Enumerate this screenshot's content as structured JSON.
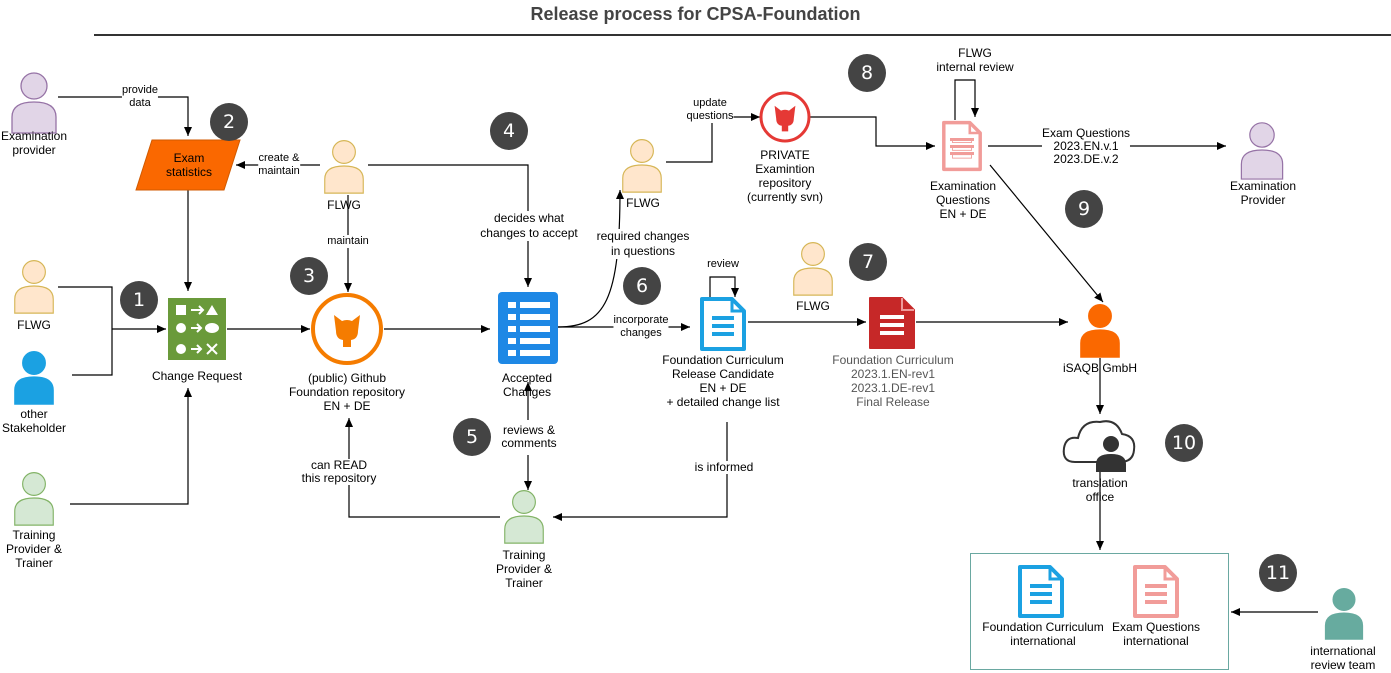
{
  "title": "Release process for CPSA-Foundation",
  "actors": {
    "examination_provider_left": "Examination\nprovider",
    "flwg_left": "FLWG",
    "other_stakeholder": "other\nStakeholder",
    "training_left": "Training\nProvider &\nTrainer",
    "flwg_center": "FLWG",
    "flwg_update": "FLWG",
    "flwg_release": "FLWG",
    "training_center": "Training\nProvider &\nTrainer",
    "isaqb": "iSAQB GmbH",
    "translation_office": "translation\noffice",
    "examination_provider_right": "Examination\nProvider",
    "international_review": "international\nreview team"
  },
  "nodes": {
    "exam_statistics": "Exam\nstatistics",
    "change_request": "Change Request",
    "github_repo": "(public) Github\nFoundation repository\nEN + DE",
    "accepted_changes": "Accepted\nChanges",
    "private_repo": "PRIVATE\nExamintion\nrepository\n(currently svn)",
    "examination_questions": "Examination\nQuestions\nEN + DE",
    "release_candidate": "Foundation Curriculum\nRelease Candidate\nEN + DE\n+ detailed change list",
    "final_release": "Foundation Curriculum\n2023.1.EN-rev1\n2023.1.DE-rev1\nFinal Release",
    "curriculum_international": "Foundation Curriculum\ninternational",
    "questions_international": "Exam Questions\ninternational"
  },
  "edge_labels": {
    "provide_data": "provide\ndata",
    "create_maintain": "create &\nmaintain",
    "maintain": "maintain",
    "decides": "decides what\nchanges to accept",
    "update_questions": "update\nquestions",
    "required_changes": "required changes\nin questions",
    "incorporate": "incorporate\nchanges",
    "review": "review",
    "flwg_internal_review": "FLWG\ninternal review",
    "exam_questions_versions": "Exam Questions\n2023.EN.v.1\n2023.DE.v.2",
    "reviews_comments": "reviews &\ncomments",
    "can_read": "can READ\nthis repository",
    "is_informed": "is informed"
  },
  "badges": [
    "1",
    "2",
    "3",
    "4",
    "5",
    "6",
    "7",
    "8",
    "9",
    "10",
    "11"
  ],
  "colors": {
    "person_purple": "#e1d5e7",
    "person_orange": "#ffe6cc",
    "person_green": "#d5e8d4",
    "person_blue": "#1ba1e2",
    "person_teal": "#67ab9f",
    "isaqb_orange": "#fa6800",
    "github_orange": "#f57c00",
    "private_red": "#e53935",
    "doc_blue": "#1e88e5",
    "doc_cyan": "#1ba1e2",
    "doc_pink": "#f19c99",
    "doc_red": "#c62828",
    "change_request_green": "#6a9a3a",
    "badge_gray": "#444444"
  },
  "icons": [
    "user-icon",
    "github-icon",
    "document-icon",
    "change-request-icon",
    "cloud-user-icon"
  ]
}
